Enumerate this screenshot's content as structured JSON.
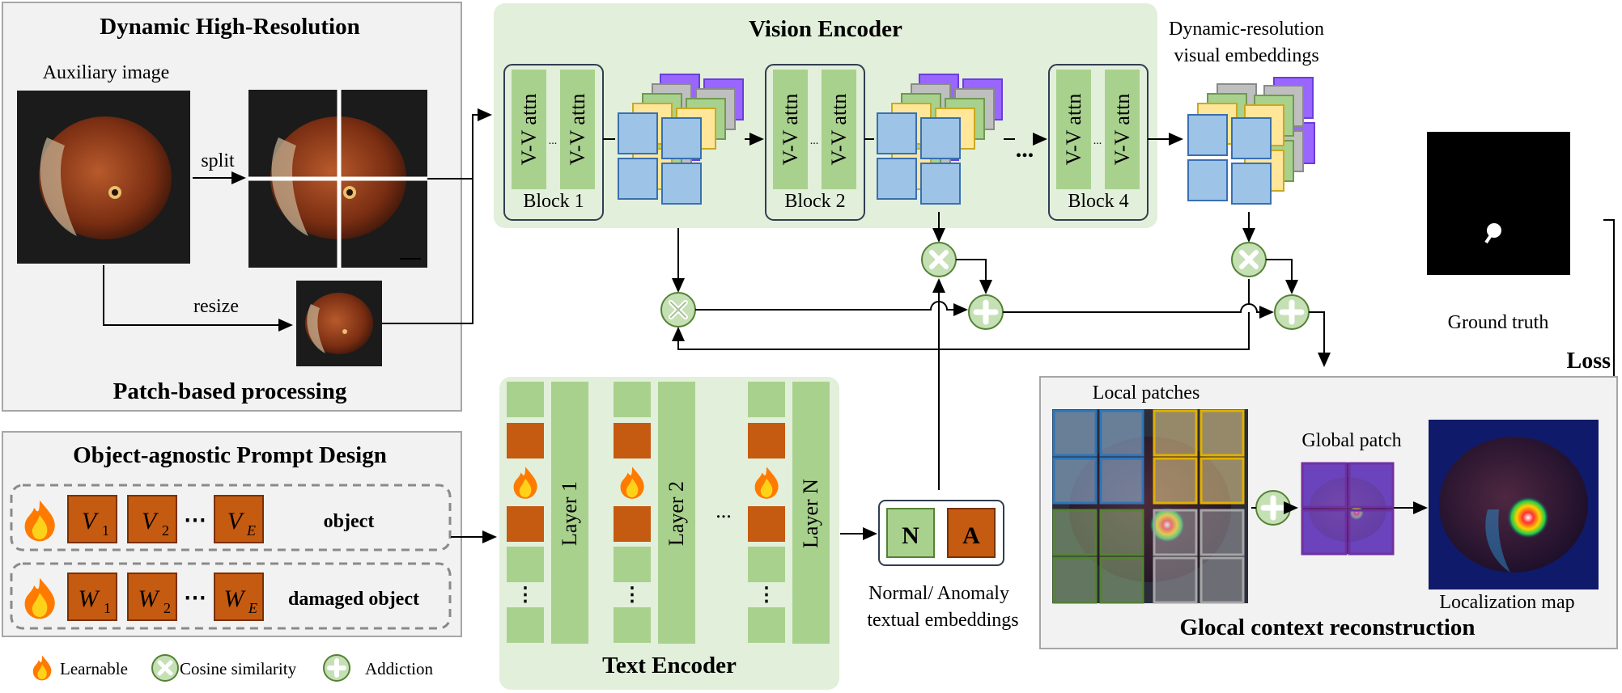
{
  "panels": {
    "dynamic_title": "Dynamic High-Resolution",
    "auxiliary_label": "Auxiliary  image",
    "split_label": "split",
    "resize_label": "resize",
    "patch_processing": "Patch-based  processing",
    "vision_title": "Vision Encoder",
    "dyn_embed_line1": "Dynamic-resolution",
    "dyn_embed_line2": "visual  embeddings",
    "blocks": [
      "Block 1",
      "Block 2",
      "Block 4"
    ],
    "attn_label": "V-V attn",
    "prompt_title": "Object-agnostic Prompt Design",
    "object_label": "object",
    "damaged_label": "damaged object",
    "text_title": "Text Encoder",
    "layers": [
      "Layer 1",
      "Layer 2",
      "Layer N"
    ],
    "n_label": "N",
    "a_label": "A",
    "textual_line1": "Normal/ Anomaly",
    "textual_line2": "textual  embeddings",
    "ground_truth": "Ground  truth",
    "loss": "Loss",
    "local_patches": "Local  patches",
    "global_patch": "Global  patch",
    "localization_map": "Localization  map",
    "glocal_title": "Glocal context reconstruction"
  },
  "legend": {
    "learnable": "Learnable",
    "cosine": "Cosine similarity",
    "addiction": "Addiction"
  },
  "tokens": {
    "v": [
      "V",
      "V",
      "V"
    ],
    "v_sub": [
      "1",
      "2",
      "E"
    ],
    "w": [
      "W",
      "W",
      "W"
    ],
    "w_sub": [
      "1",
      "2",
      "E"
    ],
    "ellipsis": "⋯"
  },
  "colors": {
    "green_panel": "#e2efda",
    "green_bar": "#a9d18e",
    "orange_token": "#c55a11",
    "blue_patch": "#9dc3e6",
    "purple_patch": "#8c5cf0"
  }
}
